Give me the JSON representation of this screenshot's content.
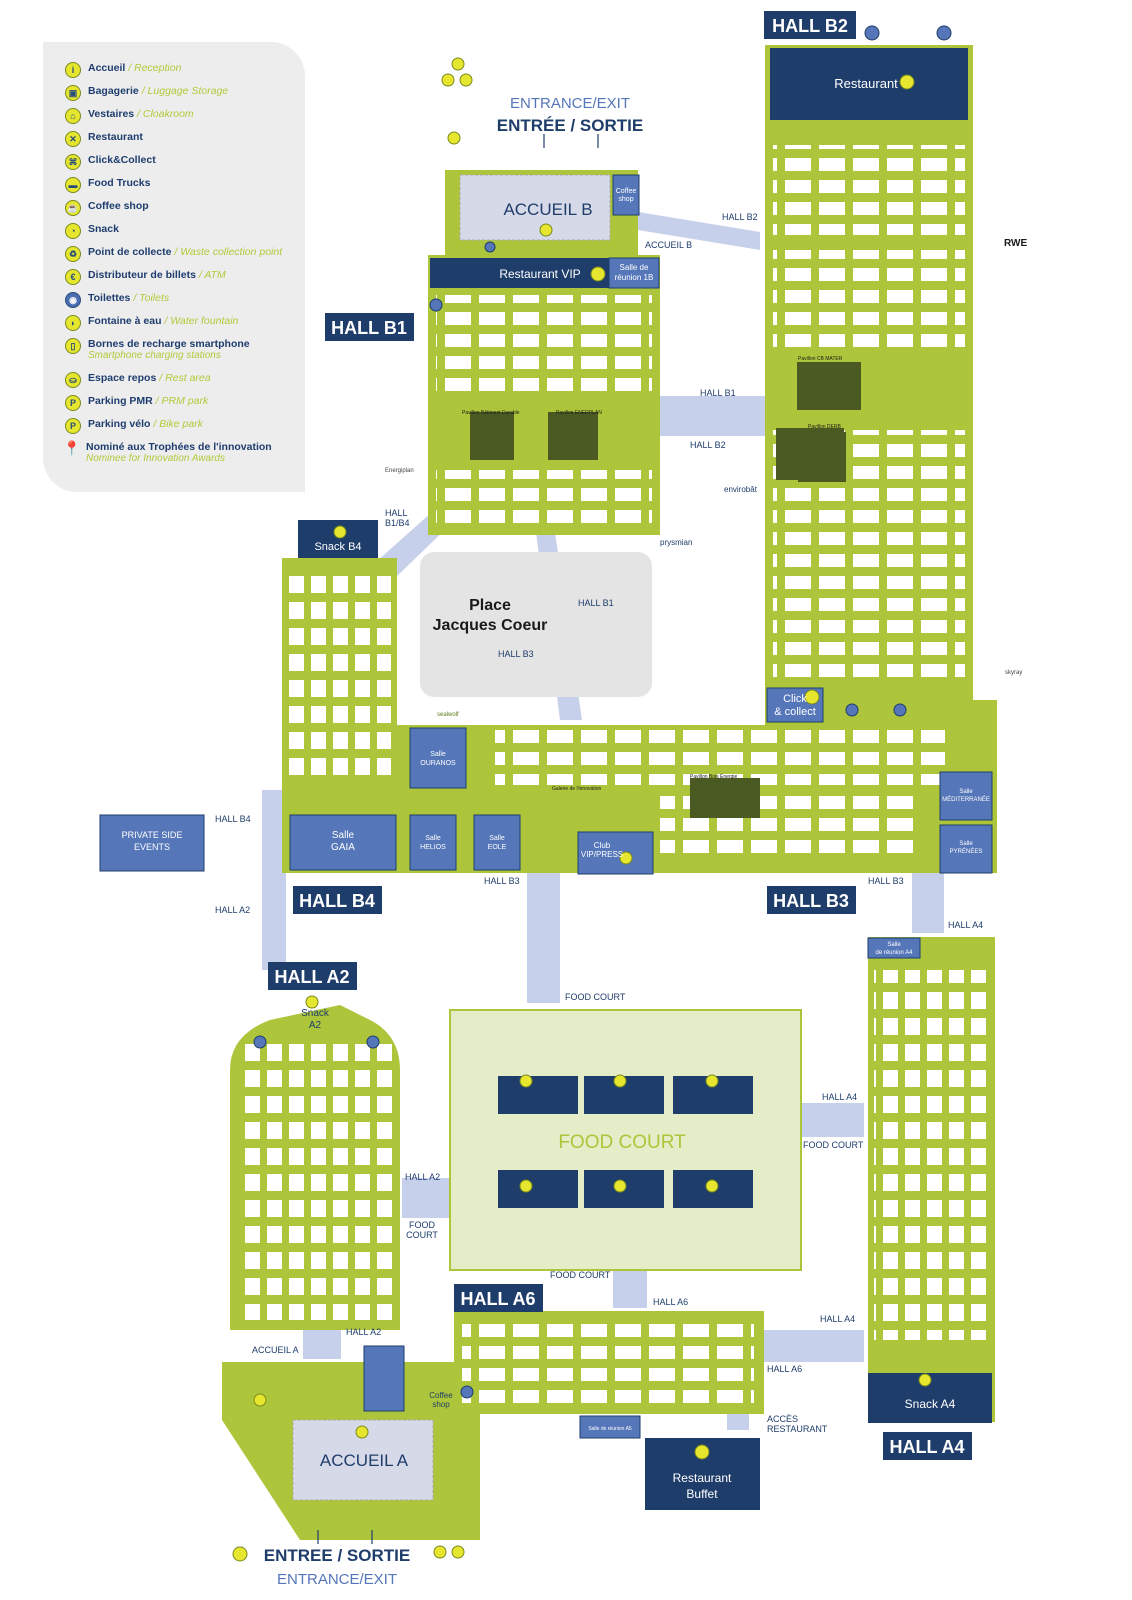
{
  "legend": {
    "items": [
      {
        "fr": "Accueil",
        "en": "Reception",
        "icon": "reception-icon"
      },
      {
        "fr": "Bagagerie",
        "en": "Luggage Storage",
        "icon": "luggage-icon"
      },
      {
        "fr": "Vestaires",
        "en": "Cloakroom",
        "icon": "cloakroom-icon"
      },
      {
        "fr": "Restaurant",
        "en": "",
        "icon": "restaurant-icon"
      },
      {
        "fr": "Click&Collect",
        "en": "",
        "icon": "click-collect-icon"
      },
      {
        "fr": "Food Trucks",
        "en": "",
        "icon": "food-truck-icon"
      },
      {
        "fr": "Coffee shop",
        "en": "",
        "icon": "coffee-icon"
      },
      {
        "fr": "Snack",
        "en": "",
        "icon": "snack-icon"
      },
      {
        "fr": "Point de collecte",
        "en": "Waste collection point",
        "icon": "waste-icon"
      },
      {
        "fr": "Distributeur de billets",
        "en": "ATM",
        "icon": "atm-icon"
      },
      {
        "fr": "Toilettes",
        "en": "Toilets",
        "icon": "toilets-icon"
      },
      {
        "fr": "Fontaine à eau",
        "en": "Water fountain",
        "icon": "fountain-icon"
      },
      {
        "fr": "Bornes de recharge smartphone",
        "en": "Smartphone charging stations",
        "icon": "charging-icon"
      },
      {
        "fr": "Espace repos",
        "en": "Rest area",
        "icon": "rest-icon"
      },
      {
        "fr": "Parking PMR",
        "en": "PRM park",
        "icon": "parking-icon"
      },
      {
        "fr": "Parking vélo",
        "en": "Bike park",
        "icon": "bike-parking-icon"
      },
      {
        "fr": "Nominé aux Trophées de l'innovation",
        "en": "Nominee for Innovation Awards",
        "icon": "award-pin-icon"
      }
    ]
  },
  "entrances": {
    "top_en": "ENTRANCE/EXIT",
    "top_fr": "ENTRÉE / SORTIE",
    "bottom_fr": "ENTREE / SORTIE",
    "bottom_en": "ENTRANCE/EXIT"
  },
  "halls": {
    "b2": "HALL B2",
    "b1": "HALL B1",
    "b4": "HALL B4",
    "b3": "HALL B3",
    "a2": "HALL A2",
    "a6": "HALL A6",
    "a4": "HALL A4"
  },
  "venues": {
    "restaurant": "Restaurant",
    "accueil_b": "ACCUEIL B",
    "accueil_a": "ACCUEIL A",
    "restaurant_vip": "Restaurant VIP",
    "salle_reunion_1b_l1": "Salle de",
    "salle_reunion_1b_l2": "réunion 1B",
    "coffee_shop_l1": "Coffee",
    "coffee_shop_l2": "shop",
    "snack_b4": "Snack B4",
    "snack_a2_l1": "Snack",
    "snack_a2_l2": "A2",
    "snack_a4": "Snack A4",
    "place_l1": "Place",
    "place_l2": "Jacques Coeur",
    "food_court": "FOOD COURT",
    "private_l1": "PRIVATE SIDE",
    "private_l2": "EVENTS",
    "salle_gaia_l1": "Salle",
    "salle_gaia_l2": "GAIA",
    "salle_helios_l1": "Salle",
    "salle_helios_l2": "HELIOS",
    "salle_eole_l1": "Salle",
    "salle_eole_l2": "EOLE",
    "salle_ouranos_l1": "Salle",
    "salle_ouranos_l2": "OURANOS",
    "club_l1": "Club",
    "club_l2": "VIP/PRESS",
    "salle_med_l1": "Salle",
    "salle_med_l2": "MÉDITERRANÉE",
    "salle_pyr_l1": "Salle",
    "salle_pyr_l2": "PYRÉNÉES",
    "salle_a4_l1": "Salle",
    "salle_a4_l2": "de réunion A4",
    "click_l1": "Click",
    "click_l2": "& collect",
    "buffet_l1": "Restaurant",
    "buffet_l2": "Buffet",
    "cafe_a_l1": "Coffee",
    "cafe_a_l2": "shop",
    "salle_a5": "Salle de réunion A5"
  },
  "corridors": {
    "hall_b2": "HALL B2",
    "accueil_b": "ACCUEIL B",
    "hall_b1": "HALL B1",
    "hall_b1_b4_l1": "HALL",
    "hall_b1_b4_l2": "B1/B4",
    "hall_b1_place": "HALL B1",
    "hall_b3_place": "HALL B3",
    "hall_b4_side": "HALL B4",
    "hall_a2_side": "HALL A2",
    "hall_b3_a": "HALL B3",
    "hall_b3_b": "HALL B3",
    "hall_a4_top": "HALL A4",
    "food_court_top": "FOOD COURT",
    "hall_a4_fc": "HALL A4",
    "food_court_a4": "FOOD COURT",
    "hall_a2_fc": "HALL A2",
    "food_court_a2_l1": "FOOD",
    "food_court_a2_l2": "COURT",
    "food_court_a6": "FOOD COURT",
    "hall_a6_top": "HALL A6",
    "hall_a4_a6": "HALL A4",
    "hall_a6_side": "HALL A6",
    "acces_l1": "ACCÈS",
    "acces_l2": "RESTAURANT",
    "accueil_a": "ACCUEIL A",
    "hall_a2_bottom": "HALL A2"
  },
  "exhibitors": {
    "rwe": "RWE",
    "prysmian": "prysmian",
    "envirobat": "envirobât",
    "energiplan": "Energiplan",
    "skyray": "skyray",
    "sealwolf": "sealwolf",
    "pavillon_cbmater": "Pavillon CB MATER",
    "pavillon_derb": "Pavillon DERB",
    "pavillon_btd": "Pavillon Bâtiment Durable",
    "pavillon_enerplan": "Pavillon ENERPLAN",
    "pavillon_bp": "Pavillon Bois Énergie",
    "galerie": "Galerie de l'innovation"
  },
  "colors": {
    "green": "#adc53a",
    "navy": "#1f3d6b",
    "blue": "#5576b8",
    "corridor": "#c7d0ea",
    "plaza": "#e4e4e4",
    "foodcourt": "#e4ecc8",
    "booth": "#ffffff",
    "yellow": "#e6e62e"
  }
}
